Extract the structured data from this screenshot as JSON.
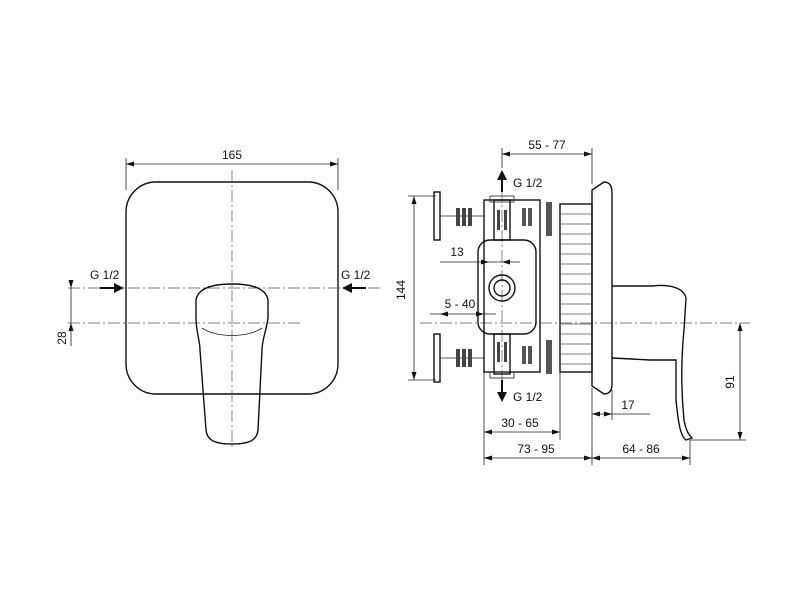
{
  "front_view": {
    "width_label": "165",
    "inlet_left_label": "G 1/2",
    "inlet_right_label": "G 1/2",
    "offset_label": "28"
  },
  "side_view": {
    "range_top_label": "55 - 77",
    "outlet_top_label": "G 1/2",
    "outlet_bottom_label": "G 1/2",
    "height_label": "144",
    "dim_13_label": "13",
    "dim_5_40_label": "5 - 40",
    "dim_30_65_label": "30 - 65",
    "dim_73_95_label": "73 - 95",
    "dim_64_86_label": "64 - 86",
    "dim_17_label": "17",
    "dim_91_label": "91"
  },
  "colors": {
    "line": "#111111",
    "hatch": "#444444",
    "background": "#ffffff"
  }
}
